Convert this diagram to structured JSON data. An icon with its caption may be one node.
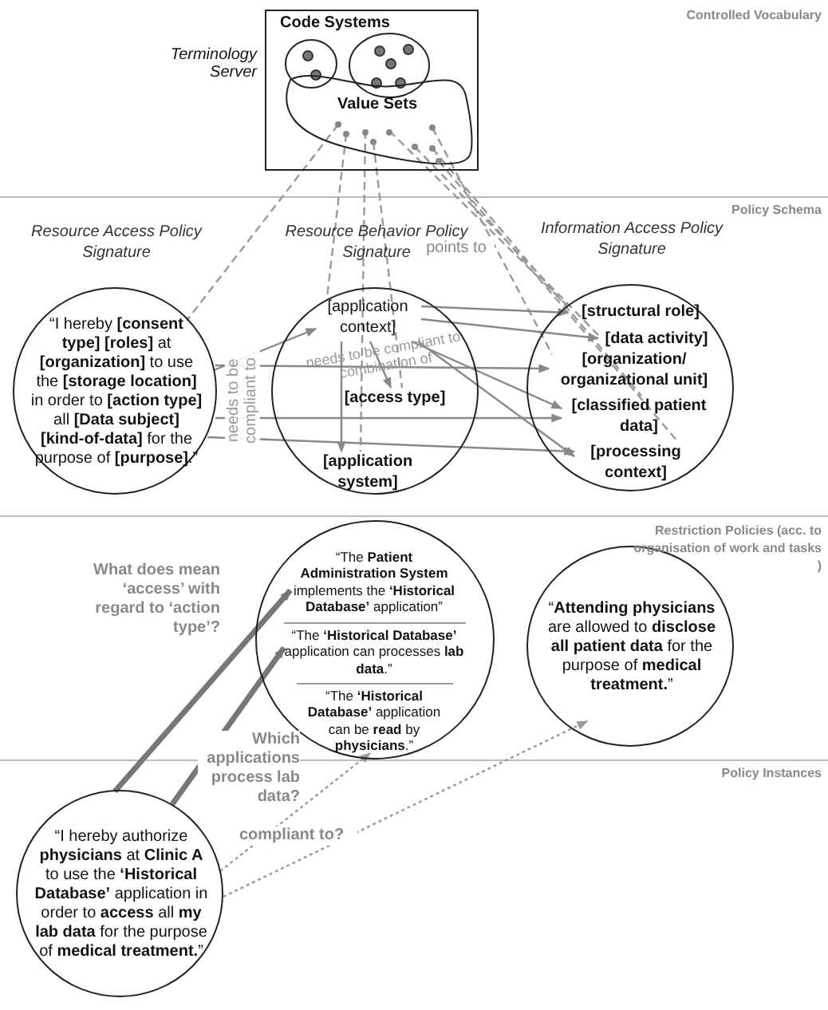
{
  "diagram": {
    "nodes": [
      {
        "text": [
          "Terminology Server"
        ]
      },
      {
        "text": [
          "Code Systems"
        ],
        "in": 0
      },
      {
        "text": [
          "Value Sets"
        ],
        "in": 0
      },
      {
        "text": [
          "Resource Access Policy Signature",
          "“I hereby **[consent type]** **[roles]** at **[organization]** to use the **[storage location]** in order to **[action type]** all **[Data subject]** **[kind-of-data]** for the purpose of **[purpose]**.”"
        ]
      },
      {
        "text": [
          "Resource Behavior Policy Signature"
        ]
      },
      {
        "text": [
          "[application context]"
        ],
        "in": 4
      },
      {
        "text": [
          "[access type]"
        ],
        "in": 4
      },
      {
        "text": [
          "[application system]"
        ],
        "in": 4
      },
      {
        "text": [
          "Information Access Policy Signature"
        ]
      },
      {
        "text": [
          "[structural role]"
        ],
        "in": 8
      },
      {
        "text": [
          "[data activity]"
        ],
        "in": 8
      },
      {
        "text": [
          "[organization/ organizational unit]"
        ],
        "in": 8
      },
      {
        "text": [
          "[classified patient data]"
        ],
        "in": 8
      },
      {
        "text": [
          "[processing context]"
        ],
        "in": 8
      },
      {
        "text": [],
        "shape": "circle"
      },
      {
        "text": [
          "“The **Patient Administration System** implements the **‘Historical Database’** application”"
        ],
        "in": 14
      },
      {
        "text": [
          "“The **‘Historical Database’** application can processes **lab data**.”"
        ],
        "in": 14
      },
      {
        "text": [
          "“The **‘Historical Database’** application can be **read** by **physicians**.”"
        ],
        "in": 14
      },
      {
        "text": [
          "“**Attending physicians** are allowed to **disclose all patient data** for the purpose of **medical treatment.**”"
        ]
      },
      {
        "text": [
          "“I hereby authorize **physicians** at **Clinic A** to use the **‘Historical Database’** application in order to **access** all **my lab data** for the purpose of **medical treatment.**”"
        ]
      }
    ],
    "edges": [
      {
        "from": 2,
        "to": 3,
        "arrow": "none",
        "style": "dashed"
      },
      {
        "from": 2,
        "to": 5,
        "arrow": "none",
        "style": "dashed"
      },
      {
        "from": 2,
        "to": 7,
        "arrow": "none",
        "style": "dashed"
      },
      {
        "from": 2,
        "to": 6,
        "arrow": "none",
        "style": "dashed"
      },
      {
        "from": 2,
        "to": 9,
        "arrow": "none",
        "style": "dashed"
      },
      {
        "from": 2,
        "to": 10,
        "arrow": "none",
        "style": "dashed",
        "label": "points to"
      },
      {
        "from": 2,
        "to": 11,
        "arrow": "none",
        "style": "dashed"
      },
      {
        "from": 2,
        "to": 12,
        "arrow": "none",
        "style": "dashed"
      },
      {
        "from": 2,
        "to": 13,
        "arrow": "none",
        "style": "dashed"
      },
      {
        "from": 3,
        "to": 5,
        "arrow": "to"
      },
      {
        "from": 3,
        "to": 11,
        "arrow": "to"
      },
      {
        "from": 3,
        "to": 12,
        "arrow": "to"
      },
      {
        "from": 3,
        "to": 13,
        "arrow": "to"
      },
      {
        "from": 5,
        "to": 9,
        "arrow": "to"
      },
      {
        "from": 5,
        "to": 10,
        "arrow": "to"
      },
      {
        "from": 5,
        "to": 12,
        "arrow": "to"
      },
      {
        "from": 5,
        "to": 13,
        "arrow": "to"
      },
      {
        "from": 5,
        "to": 6,
        "arrow": "to"
      },
      {
        "from": 5,
        "to": 7,
        "arrow": "to"
      },
      {
        "from": 19,
        "to": 15,
        "arrow": "to",
        "style": "thick",
        "label": "What does mean ‘access’ with regard to ‘action type’?"
      },
      {
        "from": 19,
        "to": 16,
        "arrow": "to",
        "style": "thick"
      },
      {
        "from": 19,
        "to": 17,
        "arrow": "to",
        "style": "dashed",
        "label": "Which applications process lab data?"
      },
      {
        "from": 19,
        "to": 18,
        "arrow": "to",
        "style": "dashed",
        "label": "compliant to?"
      }
    ],
    "labels": [
      "Controlled Vocabulary",
      "Policy Schema",
      "needs to be compliant to",
      "needs to be compliant to combination of",
      "Restriction Policies (acc. to organisation of work and tasks )",
      "Policy Instances"
    ]
  }
}
